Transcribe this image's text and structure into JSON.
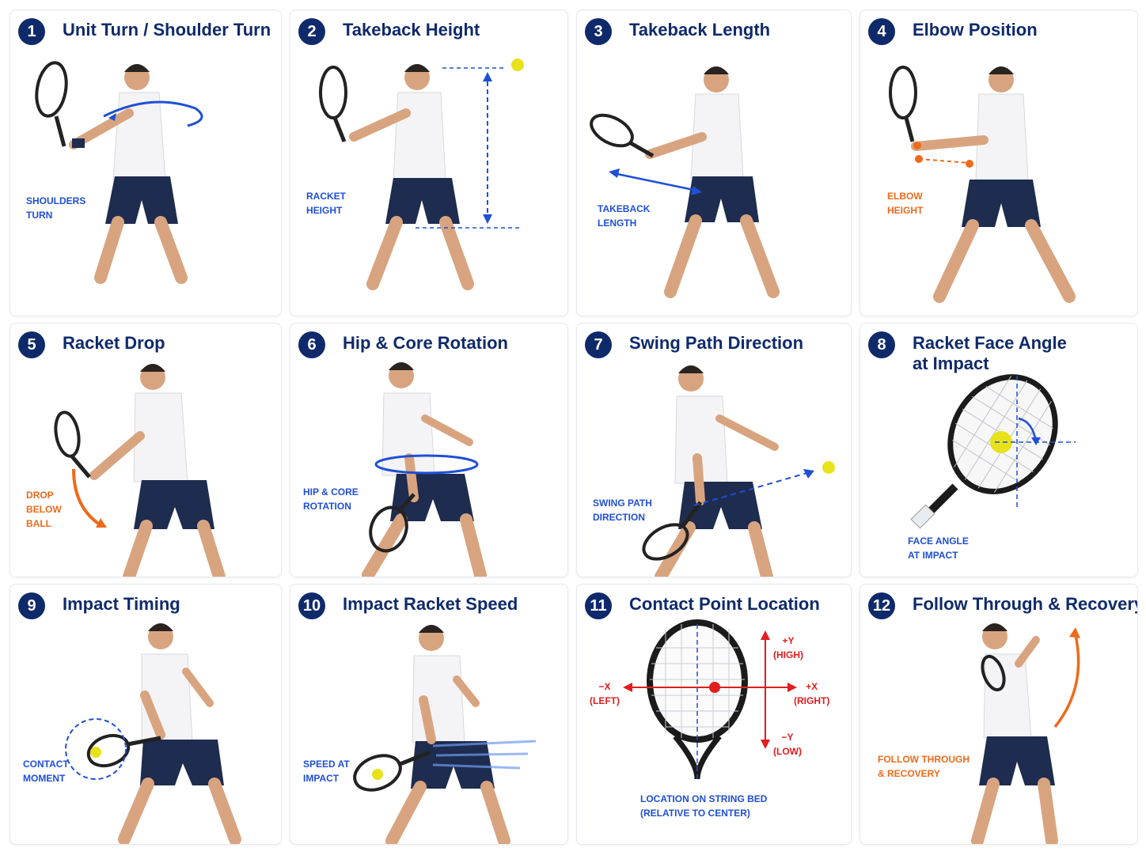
{
  "colors": {
    "navy": "#0f2a6b",
    "blue": "#1f4fd6",
    "orange": "#ee6a1b",
    "red": "#e11d1d",
    "ball": "#e8e21a"
  },
  "panels": [
    {
      "num": "1",
      "title": "Unit Turn / Shoulder Turn",
      "label": [
        "SHOULDERS",
        "TURN"
      ]
    },
    {
      "num": "2",
      "title": "Takeback Height",
      "label": [
        "RACKET",
        "HEIGHT"
      ]
    },
    {
      "num": "3",
      "title": "Takeback Length",
      "label": [
        "TAKEBACK",
        "LENGTH"
      ]
    },
    {
      "num": "4",
      "title": "Elbow Position",
      "label": [
        "ELBOW",
        "HEIGHT"
      ]
    },
    {
      "num": "5",
      "title": "Racket Drop",
      "label": [
        "DROP",
        "BELOW",
        "BALL"
      ]
    },
    {
      "num": "6",
      "title": "Hip & Core Rotation",
      "label": [
        "HIP & CORE",
        "ROTATION"
      ]
    },
    {
      "num": "7",
      "title": "Swing Path Direction",
      "label": [
        "SWING PATH",
        "DIRECTION"
      ]
    },
    {
      "num": "8",
      "title": [
        "Racket Face Angle",
        "at Impact"
      ],
      "label": [
        "FACE ANGLE",
        "AT IMPACT"
      ]
    },
    {
      "num": "9",
      "title": "Impact Timing",
      "label": [
        "CONTACT",
        "MOMENT"
      ]
    },
    {
      "num": "10",
      "title": "Impact Racket Speed",
      "label": [
        "SPEED AT",
        "IMPACT"
      ]
    },
    {
      "num": "11",
      "title": "Contact Point Location",
      "label": [
        "LOCATION ON STRING BED",
        "(RELATIVE TO CENTER)"
      ],
      "axes": {
        "up": [
          "+Y",
          "(HIGH)"
        ],
        "down": [
          "−Y",
          "(LOW)"
        ],
        "left": [
          "−X",
          "(LEFT)"
        ],
        "right": [
          "+X",
          "(RIGHT)"
        ]
      }
    },
    {
      "num": "12",
      "title": "Follow Through & Recovery",
      "label": [
        "FOLLOW THROUGH",
        "& RECOVERY"
      ]
    }
  ]
}
